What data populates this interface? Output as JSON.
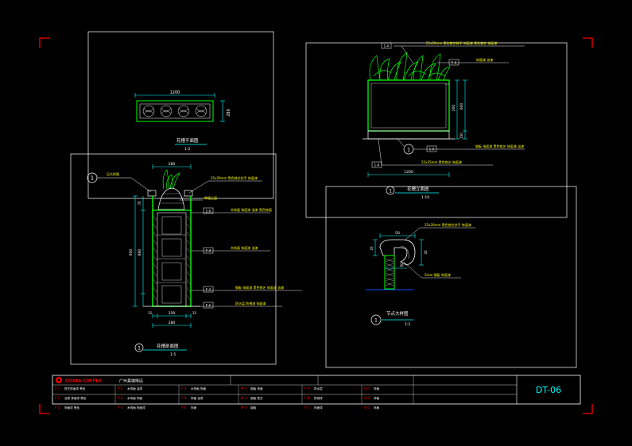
{
  "sheet": {
    "company": "COSTA COFFEE",
    "project": "广州某咖啡店",
    "drawing_no": "DT-06",
    "colors": {
      "background": "#000000",
      "frame": "#ffffff",
      "dim": "#00ffff",
      "callout": "#ffff00",
      "hatch": "#00ff00",
      "tag": "#ff0000"
    }
  },
  "plan_view": {
    "title": "花槽平面图",
    "scale": "1:2",
    "dims": {
      "length": "1200",
      "width": "280"
    }
  },
  "section_view": {
    "title": "花槽剖面图",
    "scale": "1:5",
    "bubble": "1",
    "notes": {
      "n1": "25x20mm 黑色铁艺扶手 饰面漆",
      "n2": "种植土层",
      "n3": "木饰面 饰面漆 油漆 黑色饰面",
      "n4": "木饰面 饰面漆 油漆",
      "n5": "钢板 饰面漆 黑色铁艺 饰面漆 油漆",
      "n6": "防水层 防锈漆 饰面漆"
    },
    "tags": {
      "t1": "1-A",
      "t2": "F-4",
      "t3": "F-4",
      "t4": "F-A"
    },
    "dims": {
      "top": "280",
      "bottom": "280",
      "side": "250",
      "d1": "15",
      "d2": "15",
      "h_total": "900",
      "h1": "860",
      "h2": "70"
    },
    "callout_label": "见大样图"
  },
  "elevation_view": {
    "title": "花槽立面图",
    "scale": "1:10",
    "notes": {
      "n1": "25x20mm 黑色铁艺扶手 饰面漆 黑色铁艺 饰面漆",
      "n2": "饰面漆 油漆",
      "n3": "钢板 饰面漆 黑色铁艺 饰面漆 油漆",
      "n4": "25x25mm 黑色铁艺 饰面漆"
    },
    "tags": {
      "t1": "1-A",
      "t2": "F-4",
      "t3": "1-A",
      "t4": "1-A"
    },
    "dims": {
      "width": "1200",
      "h1": "200",
      "h2": "600",
      "h3": "150"
    },
    "bubble": "1"
  },
  "detail_view": {
    "title": "节点大样图",
    "scale": "1:2",
    "bubble": "1",
    "notes": {
      "n1": "25x20mm 黑色铁艺扶手 饰面漆",
      "n2": "5mm 钢板 饰面漆"
    },
    "dims": {
      "a": "50",
      "b": "20",
      "c": "20",
      "d": "30"
    }
  },
  "title_block": {
    "rows": [
      [
        "F-1",
        "铁艺饰面漆 黑色",
        "P-1",
        "木饰面 油漆",
        "F-4",
        "木饰面 饰面",
        "M-1",
        "钢板 饰面",
        "F-A",
        "防水层",
        "Q-1",
        "饰面"
      ],
      [
        "F-2",
        "油漆 饰面漆 黑色",
        "P-2",
        "木饰面 饰面",
        "F-5",
        "饰面 油漆",
        "M-2",
        "钢板 铁艺",
        "F-B",
        "防锈漆",
        "Q-2",
        "饰面"
      ],
      [
        "F-3",
        "饰面漆 黑色",
        "P-3",
        "木饰面 饰面漆",
        "F-6",
        "饰面",
        "M-3",
        "钢板",
        "F-C",
        "饰面漆",
        "Q-3",
        "饰面"
      ]
    ]
  }
}
